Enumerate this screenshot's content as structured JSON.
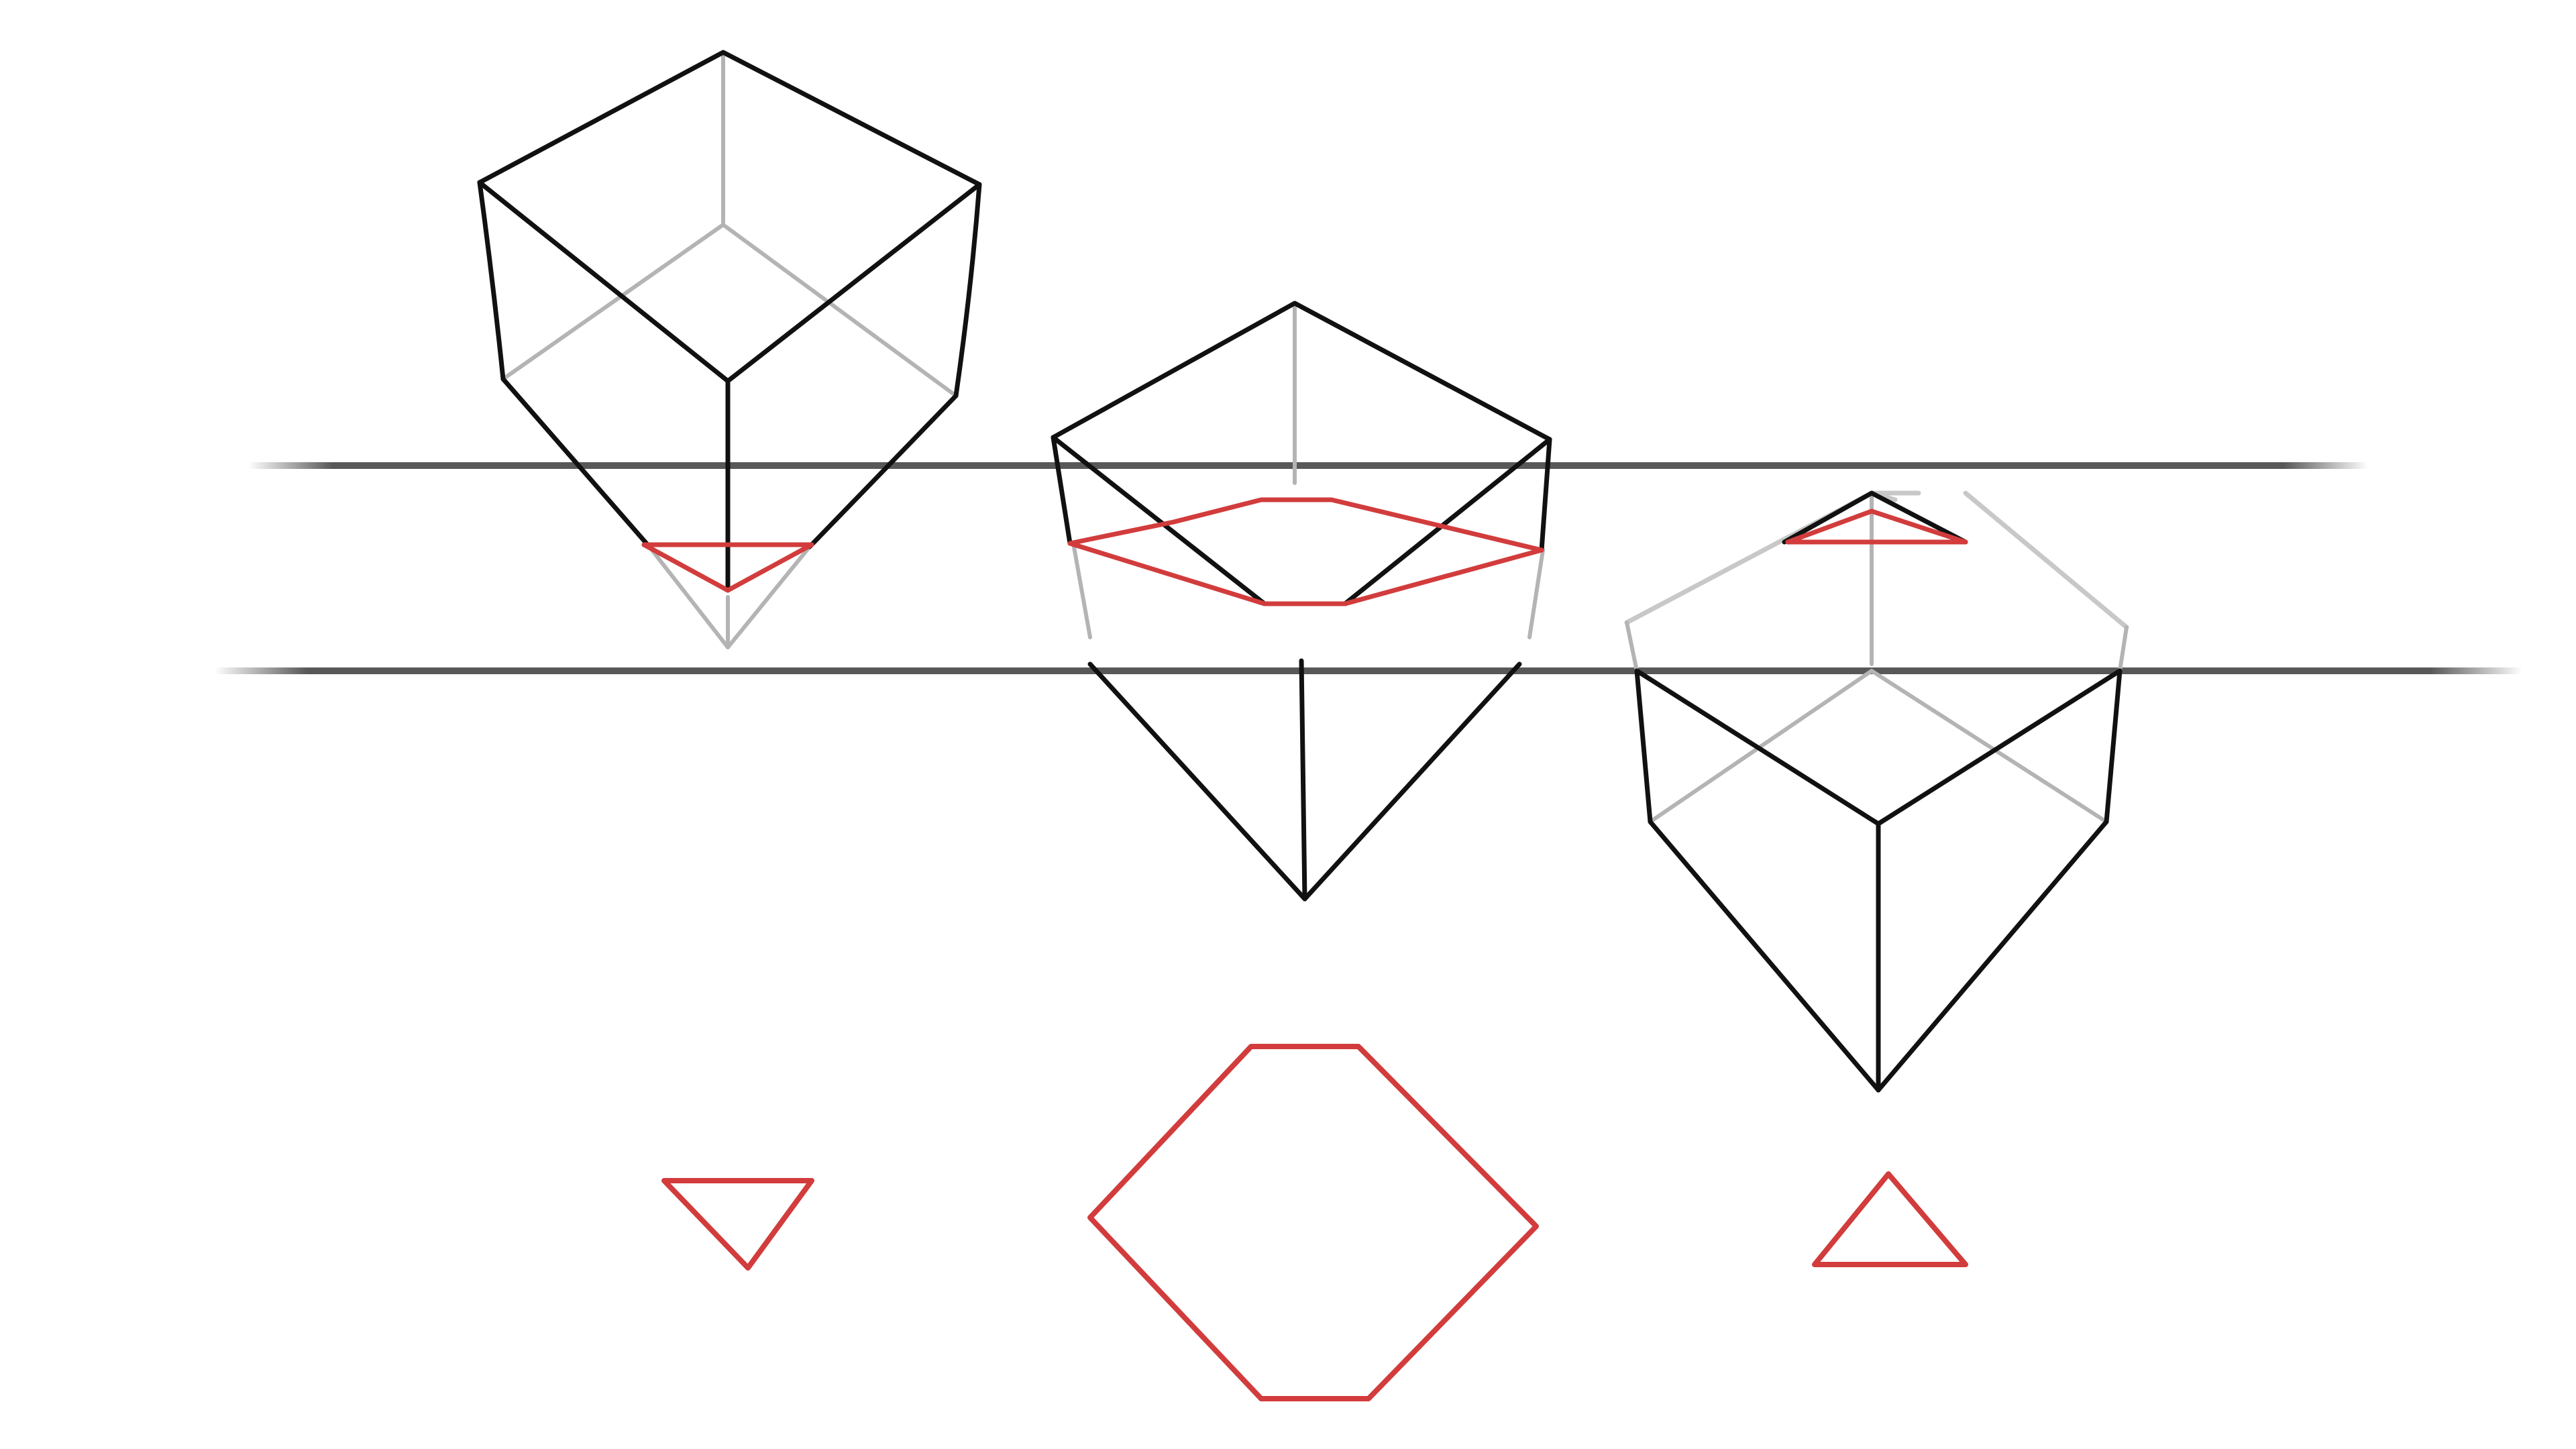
{
  "colors": {
    "background": "#ffffff",
    "outline": "#111111",
    "hidden_edge": "#b4b4b4",
    "cross_section": "#d23c3c",
    "plane_line": "#3a3a3a"
  },
  "figures": [
    {
      "name": "cube-left",
      "section_shape": "triangle-inverted"
    },
    {
      "name": "cube-middle",
      "section_shape": "hexagon"
    },
    {
      "name": "cube-right",
      "section_shape": "triangle"
    }
  ]
}
